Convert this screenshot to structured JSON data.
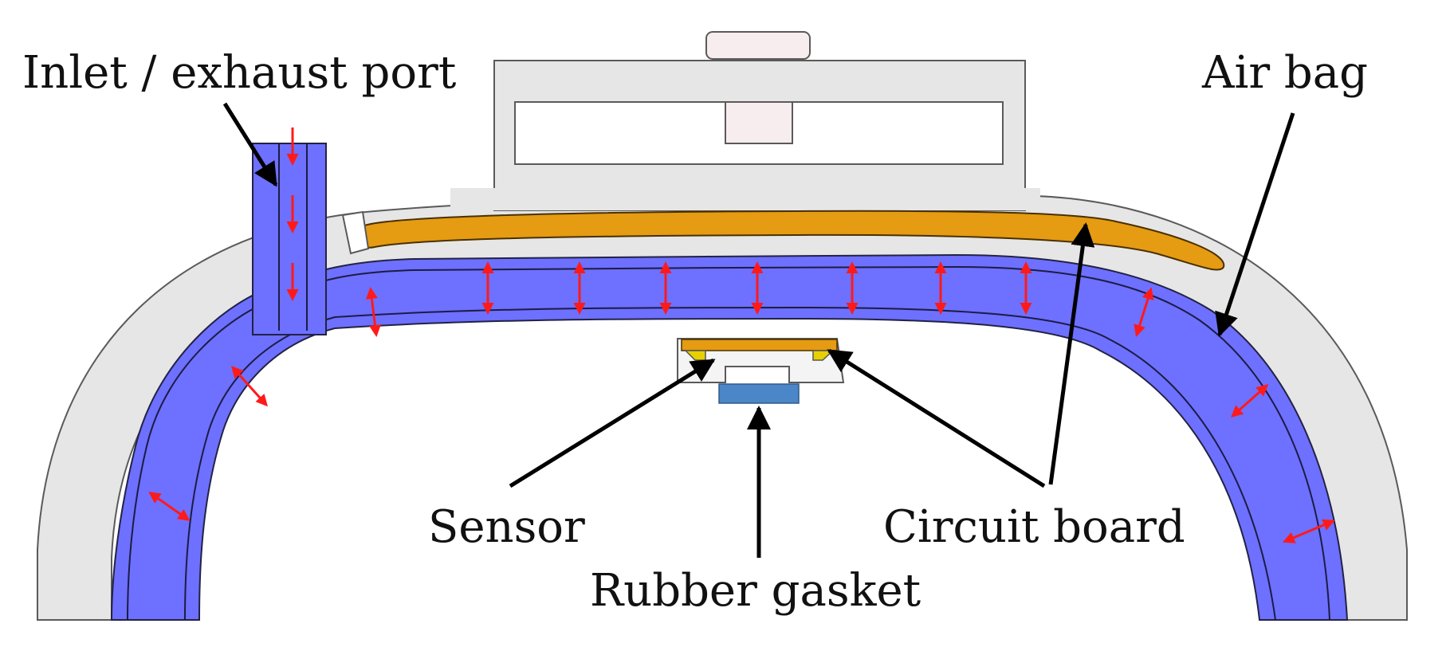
{
  "labels": {
    "inlet_port": "Inlet / exhaust port",
    "air_bag": "Air bag",
    "sensor": "Sensor",
    "circuit_board": "Circuit board",
    "rubber_gasket": "Rubber gasket"
  },
  "colors": {
    "housing": "#e6e6e6",
    "housing_stroke": "#5a5a5a",
    "air_bag": "#6e70ff",
    "circuit_board": "#e59b12",
    "rubber_gasket": "#4a86c8",
    "pressure_arrow": "#ff1a1a",
    "sensor_mount": "#f4f4f4",
    "sensor_clip": "#e8d000",
    "leader_line": "#000000",
    "knob": "#f7ecee"
  }
}
